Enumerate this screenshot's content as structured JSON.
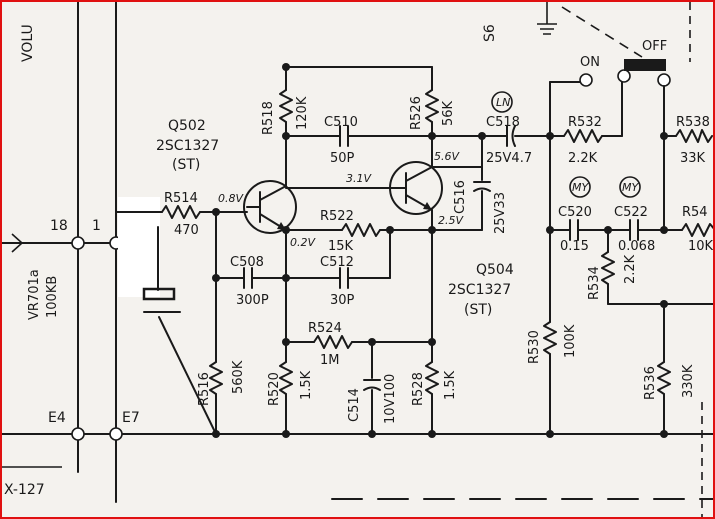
{
  "labels": {
    "volume": "VOLU",
    "s6": "S6",
    "on": "ON",
    "off": "OFF",
    "q502_name": "Q502",
    "q502_type": "2SC1327",
    "q502_grade": "(ST)",
    "q504_name": "Q504",
    "q504_type": "2SC1327",
    "q504_grade": "(ST)",
    "r514": "R514",
    "r514_val": "470",
    "r518": "R518",
    "r518_val": "120K",
    "c510": "C510",
    "c510_val": "50P",
    "r526": "R526",
    "r526_val": "56K",
    "ln": "LN",
    "c518": "C518",
    "c518_val": "25V4.7",
    "r532": "R532",
    "r532_val": "2.2K",
    "r538": "R538",
    "r538_val": "33K",
    "r54x": "R54",
    "r54x_val": "10K",
    "c516": "C516",
    "c516_val": "25V33",
    "v_08": "0.8V",
    "v_31": "3.1V",
    "v_56": "5.6V",
    "v_02": "0.2V",
    "v_25": "2.5V",
    "r522": "R522",
    "r522_val": "15K",
    "c508": "C508",
    "c508_val": "300P",
    "c512": "C512",
    "c512_val": "30P",
    "my1": "MY",
    "my2": "MY",
    "c520": "C520",
    "c520_val": "0.15",
    "c522": "C522",
    "c522_val": "0.068",
    "r534": "R534",
    "r534_val": "2.2K",
    "r524": "R524",
    "r524_val": "1M",
    "c514": "C514",
    "c514_val": "10V100",
    "r516": "R516",
    "r516_val": "560K",
    "r520": "R520",
    "r520_val": "1.5K",
    "r528": "R528",
    "r528_val": "1.5K",
    "r530": "R530",
    "r530_val": "100K",
    "r536": "R536",
    "r536_val": "330K",
    "vr701a": "VR701a",
    "vr701a_val": "100KB",
    "n18": "18",
    "n17": "1",
    "e4": "E4",
    "e7": "E7",
    "x127": "X-127"
  }
}
